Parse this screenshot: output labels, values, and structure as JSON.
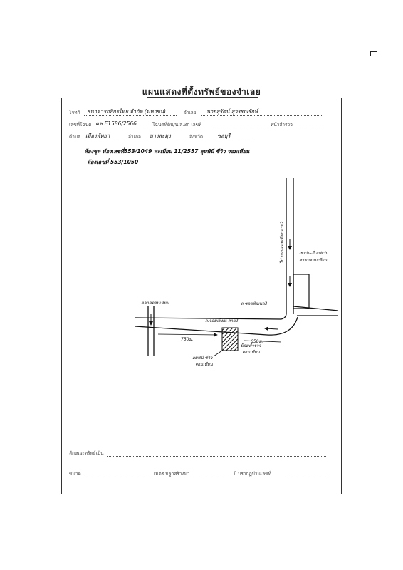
{
  "header": {
    "title": "แผนแสดงที่ตั้งทรัพย์ของจำเลย"
  },
  "fields": {
    "plaintiff_label": "โจทก์",
    "plaintiff_value": "ธนาคารกสิกรไทย จำกัด (มหาชน)",
    "defendant_label": "จำเลย",
    "defendant_value": "นายสุรัตน์ สุวรรณรักษ์",
    "deed_label": "เลขที่โฉนด",
    "deed_value": "คช.E1586/2566",
    "land_no_label": "โฉนดที่ดิน/น.ส.3ก เลขที่",
    "survey_label": "หน้าสำรวจ",
    "subdistrict_label": "ตำบล",
    "subdistrict_value": "เมืองพัทยา",
    "district_label": "อำเภอ",
    "district_value": "บางละมุง",
    "province_label": "จังหวัด",
    "province_value": "ชลบุรี"
  },
  "condo_line": "ห้องชุด ห้องเลขที่553/1049 ทะเบียน 11/2557 ลุมพินี ซีวิว จอมเทียน",
  "condo_line2": "ห้องเลขที่ 553/1050",
  "map": {
    "road_vertical": "ไป ถนนจอมเทียนสาย2",
    "road_soi": "ถ.ซอยพัฒนา3",
    "road_main": "ถ.จอมเทียน สาย2",
    "left_landmark": "ตลาดจอมเทียน",
    "right_landmark": "เซเว่น-อีเลฟเว่น",
    "right_landmark2": "สาขาจอมเทียน",
    "dist_left": "750ม.",
    "dist_right": "650ม.",
    "property_label1": "ลุมพินี ซีวิว",
    "property_label2": "จอมเทียน",
    "near_label1": "ป้อมตำรวจ",
    "near_label2": "จอมเทียน"
  },
  "footer": {
    "nature_label": "ลักษณะทรัพย์เป็น",
    "size_label": "ขนาด",
    "meters_label": "เมตร ปลูกสร้างมา",
    "year_label": "ปี ปรากฏบ้านเลขที่"
  }
}
